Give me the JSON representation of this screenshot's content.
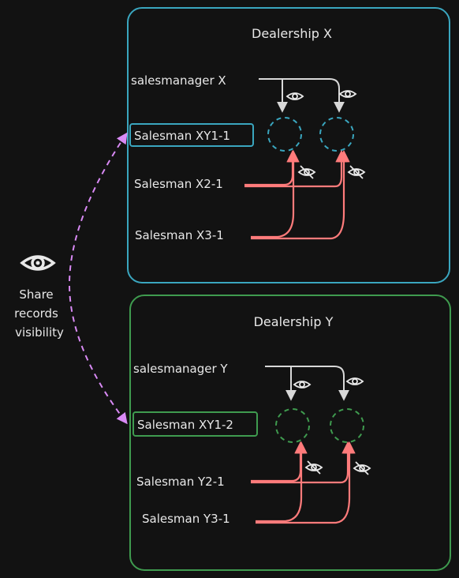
{
  "diagram": {
    "share_label": [
      "Share",
      "records",
      "visibility"
    ],
    "colors": {
      "background": "#121212",
      "dealership_x": "#3aa6bf",
      "dealership_y": "#3f9b4f",
      "deny_arrow": "#ff7b7b",
      "grant_arrow": "#d8d8d8",
      "share_link": "#d98af5",
      "text": "#e8e8e8"
    },
    "dealerships": [
      {
        "title": "Dealership X",
        "manager": "salesmanager X",
        "shared_salesman": "Salesman XY1-1",
        "salesmen": [
          "Salesman X2-1",
          "Salesman X3-1"
        ]
      },
      {
        "title": "Dealership Y",
        "manager": "salesmanager Y",
        "shared_salesman": "Salesman XY1-2",
        "salesmen": [
          "Salesman Y2-1",
          "Salesman Y3-1"
        ]
      }
    ]
  }
}
